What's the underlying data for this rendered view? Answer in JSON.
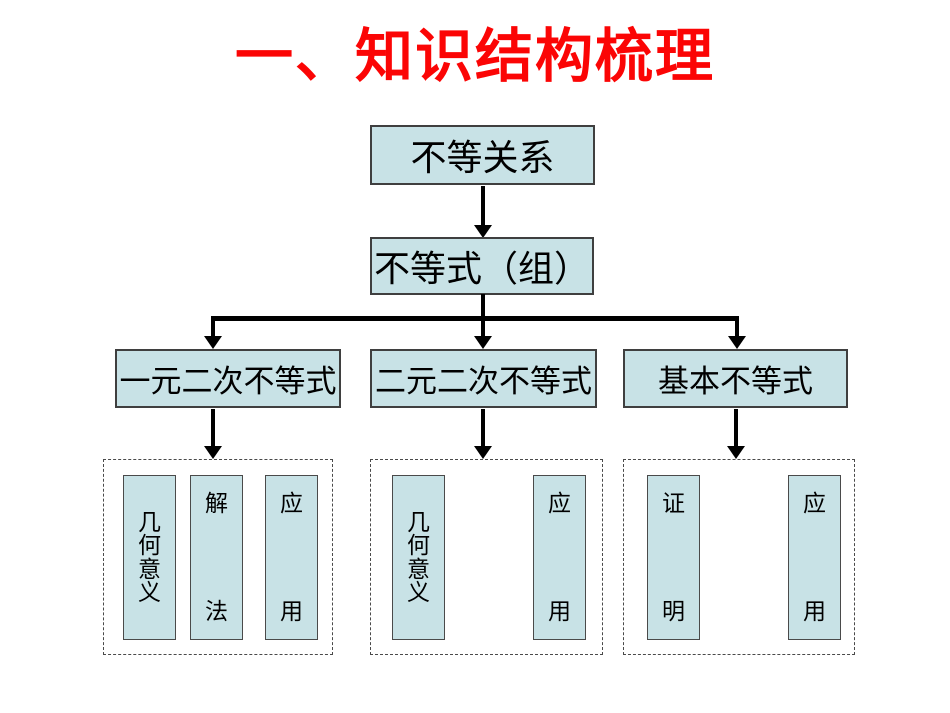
{
  "title": "一、知识结构梳理",
  "tree": {
    "root": "不等关系",
    "level2": "不等式（组）",
    "branches": [
      "一元二次不等式",
      "二元二次不等式",
      "基本不等式"
    ]
  },
  "groups": [
    {
      "items": [
        "几何意义",
        "解法",
        "应用"
      ]
    },
    {
      "items": [
        "几何意义",
        "应用"
      ]
    },
    {
      "items": [
        "证明",
        "应用"
      ]
    }
  ],
  "colors": {
    "title_red": "#fb0505",
    "box_fill": "#c8e2e6",
    "box_border": "#3f3f3f",
    "arrow_black": "#000000",
    "background": "#ffffff"
  }
}
